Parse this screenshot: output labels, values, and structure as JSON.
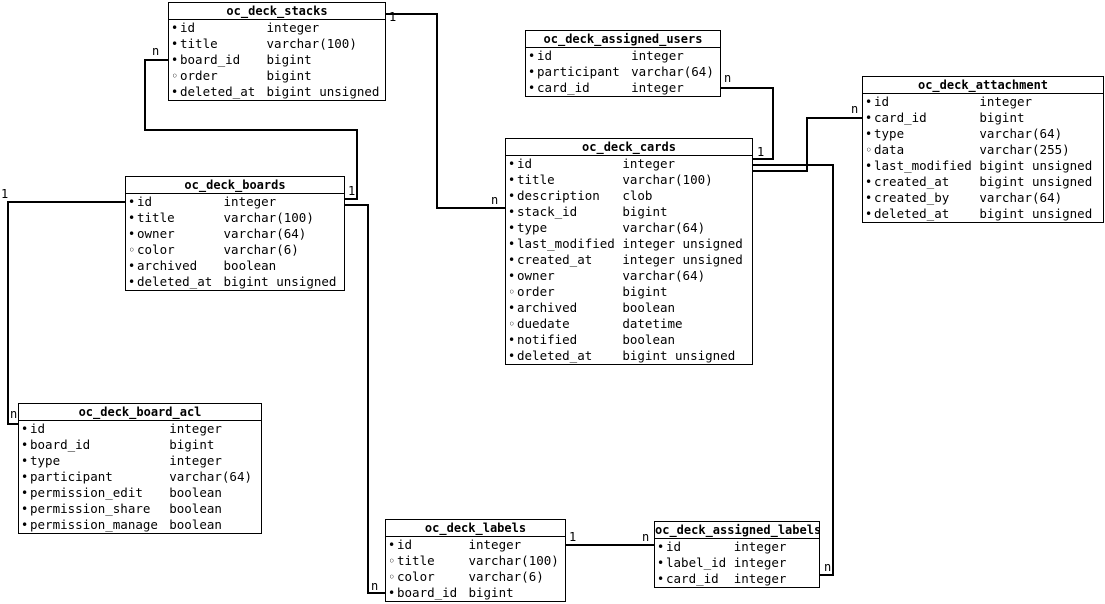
{
  "diagram": {
    "colors": {
      "background": "#ffffff",
      "foreground": "#000000",
      "line": "#000000"
    },
    "tables": [
      {
        "name": "oc_deck_stacks",
        "columns": [
          {
            "bullet": "•",
            "name": "id",
            "type": "integer",
            "pk": true
          },
          {
            "bullet": "•",
            "name": "title",
            "type": "varchar(100)"
          },
          {
            "bullet": "•",
            "name": "board_id",
            "type": "bigint"
          },
          {
            "bullet": "◦",
            "name": "order",
            "type": "bigint"
          },
          {
            "bullet": "•",
            "name": "deleted_at",
            "type": "bigint unsigned"
          }
        ]
      },
      {
        "name": "oc_deck_assigned_users",
        "columns": [
          {
            "bullet": "•",
            "name": "id",
            "type": "integer",
            "pk": true
          },
          {
            "bullet": "•",
            "name": "participant",
            "type": "varchar(64)"
          },
          {
            "bullet": "•",
            "name": "card_id",
            "type": "integer"
          }
        ]
      },
      {
        "name": "oc_deck_attachment",
        "columns": [
          {
            "bullet": "•",
            "name": "id",
            "type": "integer",
            "pk": true
          },
          {
            "bullet": "•",
            "name": "card_id",
            "type": "bigint"
          },
          {
            "bullet": "•",
            "name": "type",
            "type": "varchar(64)"
          },
          {
            "bullet": "◦",
            "name": "data",
            "type": "varchar(255)"
          },
          {
            "bullet": "•",
            "name": "last_modified",
            "type": "bigint unsigned"
          },
          {
            "bullet": "•",
            "name": "created_at",
            "type": "bigint unsigned"
          },
          {
            "bullet": "•",
            "name": "created_by",
            "type": "varchar(64)"
          },
          {
            "bullet": "•",
            "name": "deleted_at",
            "type": "bigint unsigned"
          }
        ]
      },
      {
        "name": "oc_deck_cards",
        "columns": [
          {
            "bullet": "•",
            "name": "id",
            "type": "integer",
            "pk": true
          },
          {
            "bullet": "•",
            "name": "title",
            "type": "varchar(100)"
          },
          {
            "bullet": "•",
            "name": "description",
            "type": "clob"
          },
          {
            "bullet": "•",
            "name": "stack_id",
            "type": "bigint"
          },
          {
            "bullet": "•",
            "name": "type",
            "type": "varchar(64)"
          },
          {
            "bullet": "•",
            "name": "last_modified",
            "type": "integer unsigned"
          },
          {
            "bullet": "•",
            "name": "created_at",
            "type": "integer unsigned"
          },
          {
            "bullet": "•",
            "name": "owner",
            "type": "varchar(64)"
          },
          {
            "bullet": "◦",
            "name": "order",
            "type": "bigint"
          },
          {
            "bullet": "•",
            "name": "archived",
            "type": "boolean"
          },
          {
            "bullet": "◦",
            "name": "duedate",
            "type": "datetime"
          },
          {
            "bullet": "•",
            "name": "notified",
            "type": "boolean"
          },
          {
            "bullet": "•",
            "name": "deleted_at",
            "type": "bigint unsigned"
          }
        ]
      },
      {
        "name": "oc_deck_boards",
        "columns": [
          {
            "bullet": "•",
            "name": "id",
            "type": "integer",
            "pk": true
          },
          {
            "bullet": "•",
            "name": "title",
            "type": "varchar(100)"
          },
          {
            "bullet": "•",
            "name": "owner",
            "type": "varchar(64)"
          },
          {
            "bullet": "◦",
            "name": "color",
            "type": "varchar(6)"
          },
          {
            "bullet": "•",
            "name": "archived",
            "type": "boolean"
          },
          {
            "bullet": "•",
            "name": "deleted_at",
            "type": "bigint unsigned"
          }
        ]
      },
      {
        "name": "oc_deck_board_acl",
        "columns": [
          {
            "bullet": "•",
            "name": "id",
            "type": "integer",
            "pk": true
          },
          {
            "bullet": "•",
            "name": "board_id",
            "type": "bigint"
          },
          {
            "bullet": "•",
            "name": "type",
            "type": "integer"
          },
          {
            "bullet": "•",
            "name": "participant",
            "type": "varchar(64)"
          },
          {
            "bullet": "•",
            "name": "permission_edit",
            "type": "boolean"
          },
          {
            "bullet": "•",
            "name": "permission_share",
            "type": "boolean"
          },
          {
            "bullet": "•",
            "name": "permission_manage",
            "type": "boolean"
          }
        ]
      },
      {
        "name": "oc_deck_labels",
        "columns": [
          {
            "bullet": "•",
            "name": "id",
            "type": "integer",
            "pk": true
          },
          {
            "bullet": "◦",
            "name": "title",
            "type": "varchar(100)"
          },
          {
            "bullet": "◦",
            "name": "color",
            "type": "varchar(6)"
          },
          {
            "bullet": "•",
            "name": "board_id",
            "type": "bigint"
          }
        ]
      },
      {
        "name": "oc_deck_assigned_labels",
        "columns": [
          {
            "bullet": "•",
            "name": "id",
            "type": "integer",
            "pk": true
          },
          {
            "bullet": "•",
            "name": "label_id",
            "type": "integer"
          },
          {
            "bullet": "•",
            "name": "card_id",
            "type": "integer"
          }
        ]
      }
    ],
    "relationships": [
      {
        "from": "oc_deck_stacks",
        "to": "oc_deck_cards",
        "from_cardinality": "1",
        "to_cardinality": "n"
      },
      {
        "from": "oc_deck_stacks",
        "to": "oc_deck_boards",
        "from_cardinality": "n",
        "to_cardinality": "1"
      },
      {
        "from": "oc_deck_boards",
        "to": "oc_deck_board_acl",
        "from_cardinality": "1",
        "to_cardinality": "n"
      },
      {
        "from": "oc_deck_assigned_users",
        "to": "oc_deck_cards",
        "from_cardinality": "n",
        "to_cardinality": "1"
      },
      {
        "from": "oc_deck_attachment",
        "to": "oc_deck_cards",
        "from_cardinality": "n",
        "to_cardinality": "1"
      },
      {
        "from": "oc_deck_assigned_labels",
        "to": "oc_deck_cards",
        "from_cardinality": "n",
        "to_cardinality": "1"
      },
      {
        "from": "oc_deck_labels",
        "to": "oc_deck_assigned_labels",
        "from_cardinality": "1",
        "to_cardinality": "n"
      },
      {
        "from": "oc_deck_labels",
        "to": "oc_deck_boards",
        "from_cardinality": "n",
        "to_cardinality": "1"
      }
    ],
    "cardinality_labels": [
      {
        "text": "1"
      },
      {
        "text": "n"
      },
      {
        "text": "n"
      },
      {
        "text": "1"
      },
      {
        "text": "1"
      },
      {
        "text": "n"
      },
      {
        "text": "n"
      },
      {
        "text": "1"
      },
      {
        "text": "n"
      },
      {
        "text": "n"
      },
      {
        "text": "1"
      },
      {
        "text": "n"
      },
      {
        "text": "n"
      }
    ]
  }
}
